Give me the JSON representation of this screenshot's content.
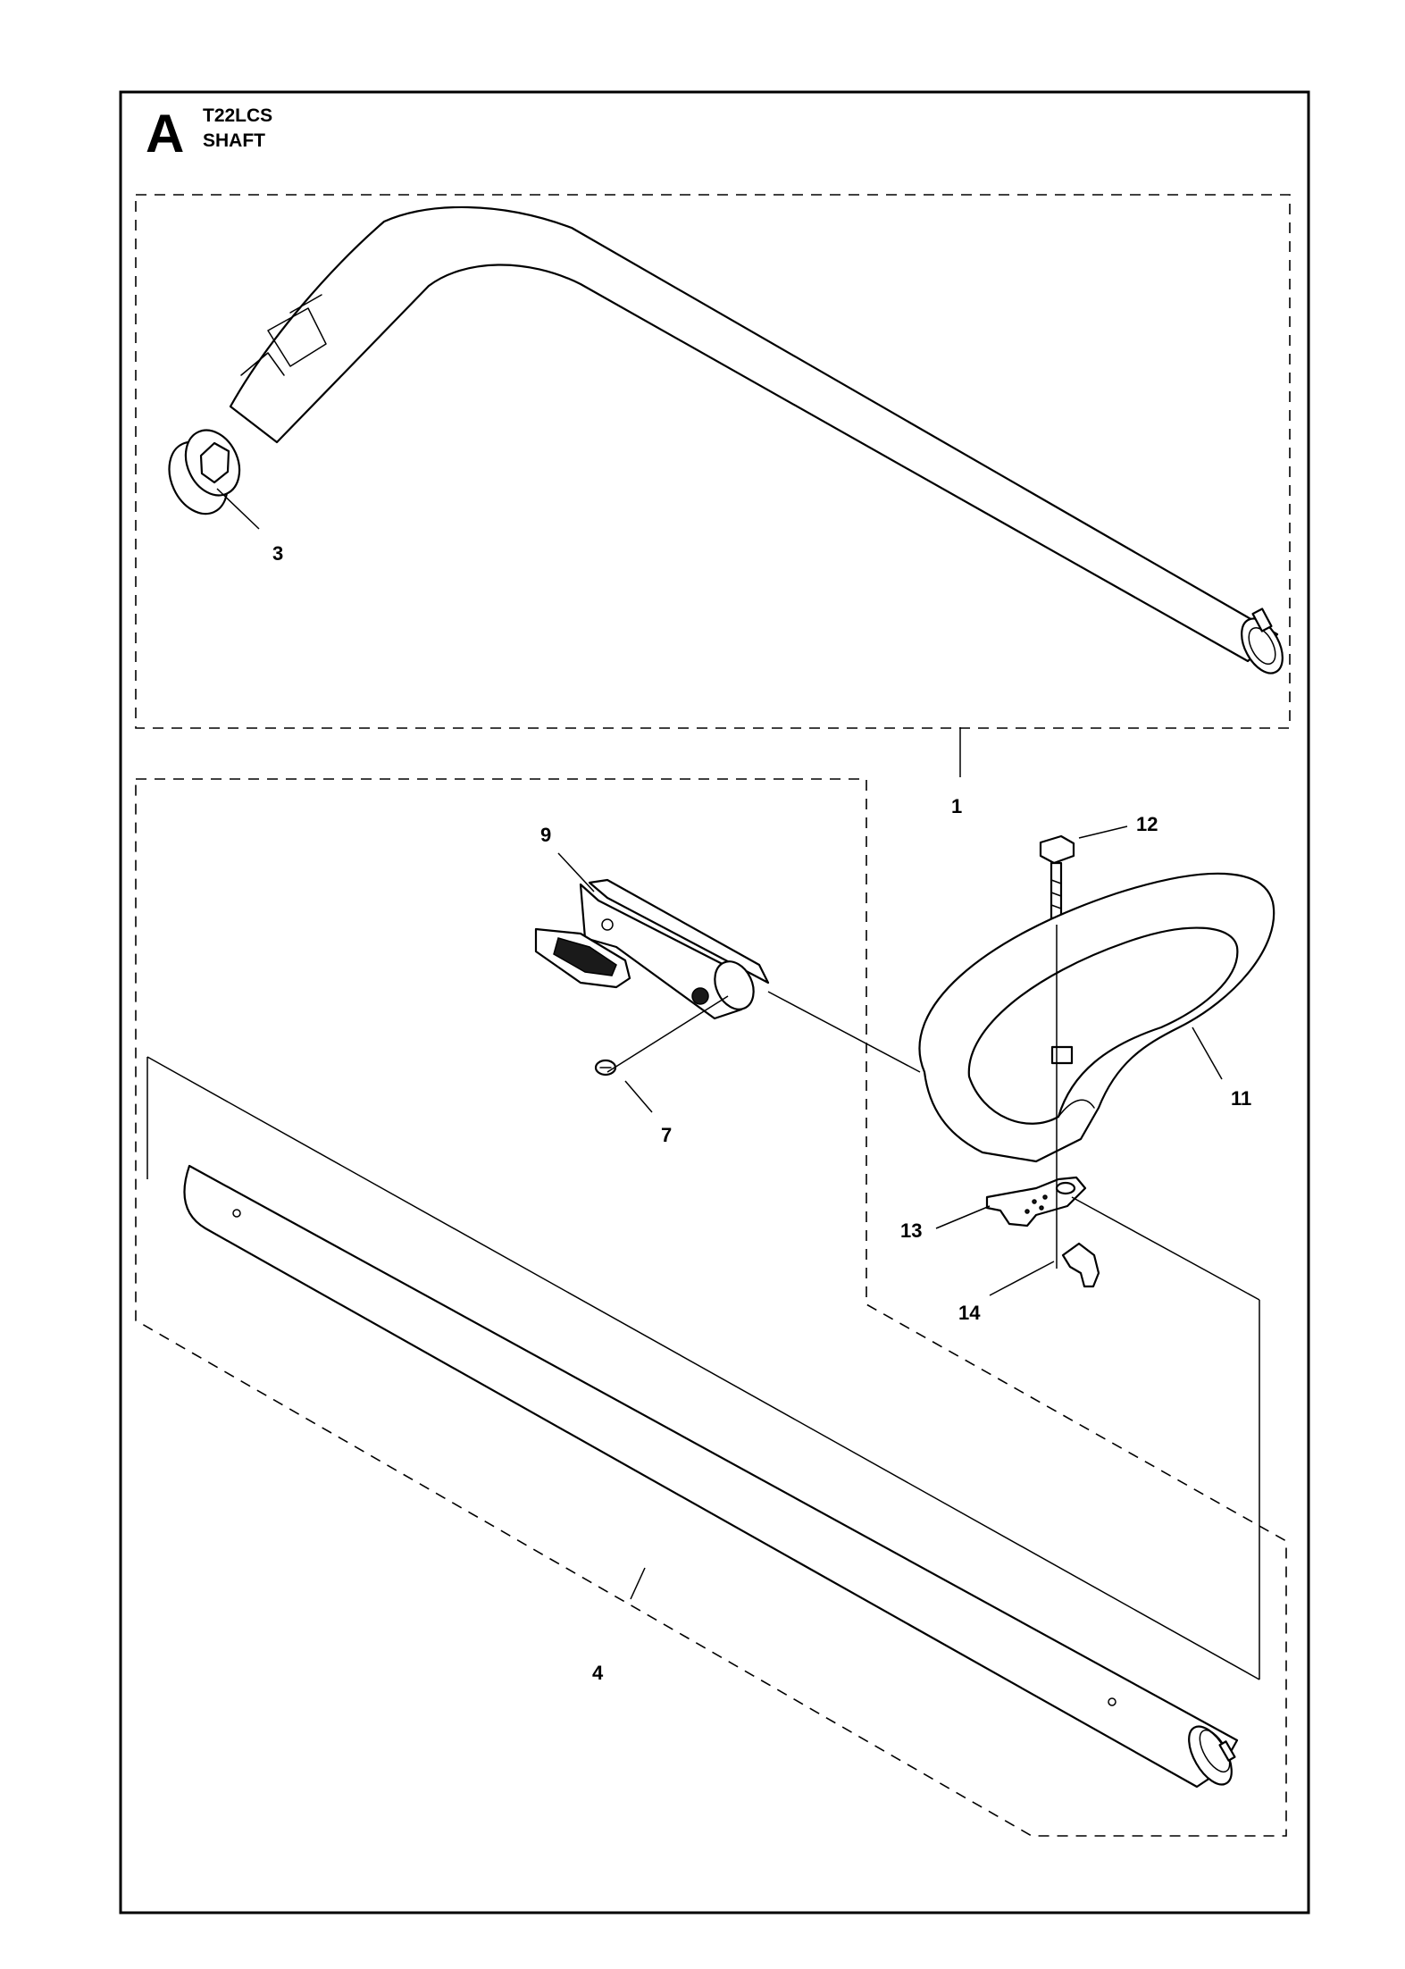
{
  "header": {
    "section_letter": "A",
    "model": "T22LCS",
    "title": "SHAFT"
  },
  "callouts": {
    "c1": "1",
    "c3": "3",
    "c4": "4",
    "c7": "7",
    "c9": "9",
    "c11": "11",
    "c12": "12",
    "c13": "13",
    "c14": "14"
  }
}
